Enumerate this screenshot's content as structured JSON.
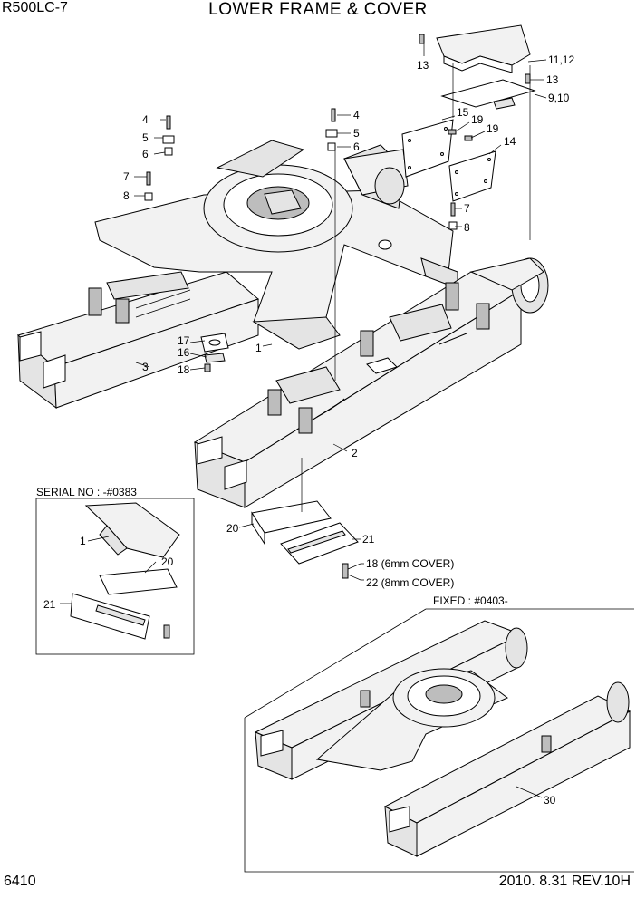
{
  "header": {
    "model": "R500LC-7",
    "title": "LOWER FRAME & COVER"
  },
  "footer": {
    "page_number": "6410",
    "revision": "2010. 8.31  REV.10H"
  },
  "inset_serial": {
    "caption": "SERIAL NO : -#0383",
    "labels": [
      "1",
      "20",
      "21"
    ]
  },
  "inset_fixed": {
    "caption": "FIXED : #0403-",
    "labels": [
      "30"
    ]
  },
  "part_labels": {
    "p1": "1",
    "p2": "2",
    "p3": "3",
    "p4a": "4",
    "p4b": "4",
    "p5a": "5",
    "p5b": "5",
    "p6a": "6",
    "p6b": "6",
    "p7a": "7",
    "p7b": "7",
    "p8a": "8",
    "p8b": "8",
    "p9_10": "9,10",
    "p11_12": "11,12",
    "p13a": "13",
    "p13b": "13",
    "p14": "14",
    "p15": "15",
    "p16": "16",
    "p17": "17",
    "p18": "18",
    "p19a": "19",
    "p19b": "19",
    "p20": "20",
    "p21": "21"
  },
  "notes": {
    "bolt_6mm": "18 (6mm COVER)",
    "bolt_8mm": "22 (8mm COVER)"
  }
}
